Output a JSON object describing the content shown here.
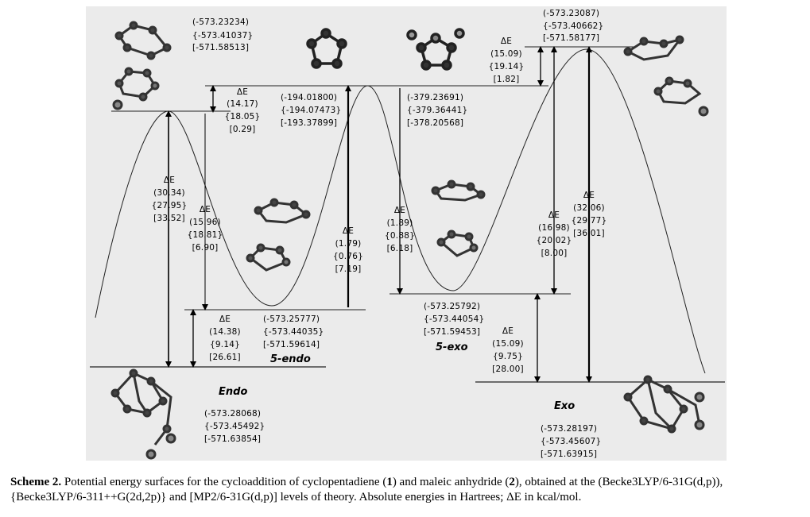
{
  "diagram": {
    "delta_e_symbol": "ΔE",
    "reactants": {
      "energies": [
        "(-573.23234)",
        "{-573.41037}",
        "[-571.58513]"
      ],
      "delta_to_ts": [
        "(14.17)",
        "{18.05}",
        "[0.29]"
      ],
      "barrier": [
        "(30.34)",
        "{27.95}",
        "[33.52]"
      ]
    },
    "cyclopentadiene": {
      "energies": [
        "(-194.01800)",
        "{-194.07473}",
        "[-193.37899]"
      ]
    },
    "maleic_anhydride": {
      "energies": [
        "(-379.23691)",
        "{-379.36441}",
        "[-378.20568]"
      ]
    },
    "endo_ts_to_5endo": [
      "(15.96)",
      "{18.81}",
      "[6.90]"
    ],
    "endo_5endo_barrier": [
      "(1.79)",
      "{0.76}",
      "[7.19]"
    ],
    "five_endo": {
      "title": "5-endo",
      "energies": [
        "(-573.25777)",
        "{-573.44035}",
        "[-571.59614]"
      ],
      "delta_to_product": [
        "(14.38)",
        "{9.14}",
        "[26.61]"
      ]
    },
    "endo_product": {
      "title": "Endo",
      "energies": [
        "(-573.28068)",
        "{-573.45492}",
        "[-571.63854]"
      ]
    },
    "exo_ts": {
      "energies": [
        "(-573.23087)",
        "{-573.40662}",
        "[-571.58177]"
      ],
      "delta_from_reactants": [
        "(15.09)",
        "{19.14}",
        "[1.82]"
      ]
    },
    "exo_5exo_barrier": [
      "(1.89)",
      "{0.88}",
      "[6.18]"
    ],
    "exo_ts_to_5exo": [
      "(16.98)",
      "{20.02}",
      "[8.00]"
    ],
    "exo_barrier": [
      "(32.06)",
      "{29.77}",
      "[36.01]"
    ],
    "five_exo": {
      "title": "5-exo",
      "energies": [
        "(-573.25792)",
        "{-573.44054}",
        "[-571.59453]"
      ],
      "delta_to_product": [
        "(15.09)",
        "{9.75}",
        "[28.00]"
      ]
    },
    "exo_product": {
      "title": "Exo",
      "energies": [
        "(-573.28197)",
        "{-573.45607}",
        "[-571.63915]"
      ]
    }
  },
  "caption": {
    "label": "Scheme 2.",
    "text_1": " Potential energy surfaces for the cycloaddition of cyclopentadiene (",
    "ref_1": "1",
    "text_2": ") and maleic anhydride (",
    "ref_2": "2",
    "text_3": "), obtained at the (Becke3LYP/6-31G(d,p)), {Becke3LYP/6-311++G(2d,2p)} and [MP2/6-31G(d,p)] levels of theory. Absolute energies in Hartrees; ΔE in kcal/mol."
  }
}
